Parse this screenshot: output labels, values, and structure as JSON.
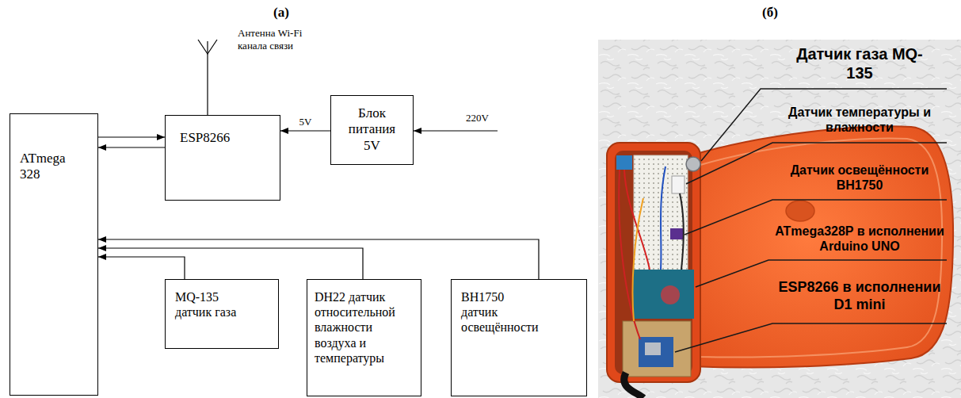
{
  "diagram": {
    "nodes": [
      {
        "text": [
          "ATmega 328"
        ]
      },
      {
        "text": [
          "ESP8266"
        ]
      },
      {
        "text": [
          "Блок питания 5V"
        ]
      },
      {
        "text": [
          "MQ-135 датчик газа"
        ]
      },
      {
        "text": [
          "DH22 датчик относительной влажности воздуха и температуры"
        ]
      },
      {
        "text": [
          "BH1750 датчик освещённости"
        ]
      }
    ],
    "edges": [
      {
        "from": 0,
        "to": 1,
        "arrow": "to"
      },
      {
        "from": 1,
        "to": 0,
        "arrow": "to"
      },
      {
        "from": 2,
        "to": 1,
        "label": "5V",
        "arrow": "to"
      },
      {
        "from": 3,
        "to": 0,
        "arrow": "to"
      },
      {
        "from": 4,
        "to": 0,
        "arrow": "to"
      },
      {
        "from": 5,
        "to": 0,
        "arrow": "to"
      }
    ],
    "labels": [
      "(а)",
      "(б)",
      "Антенна Wi-Fi канала связи",
      "220V",
      "Датчик газа MQ-135",
      "Датчик температуры и влажности",
      "Датчик освещённости BH1750",
      "ATmega328P в исполнении Arduino UNO",
      "ESP8266 в исполнении D1 mini"
    ]
  }
}
